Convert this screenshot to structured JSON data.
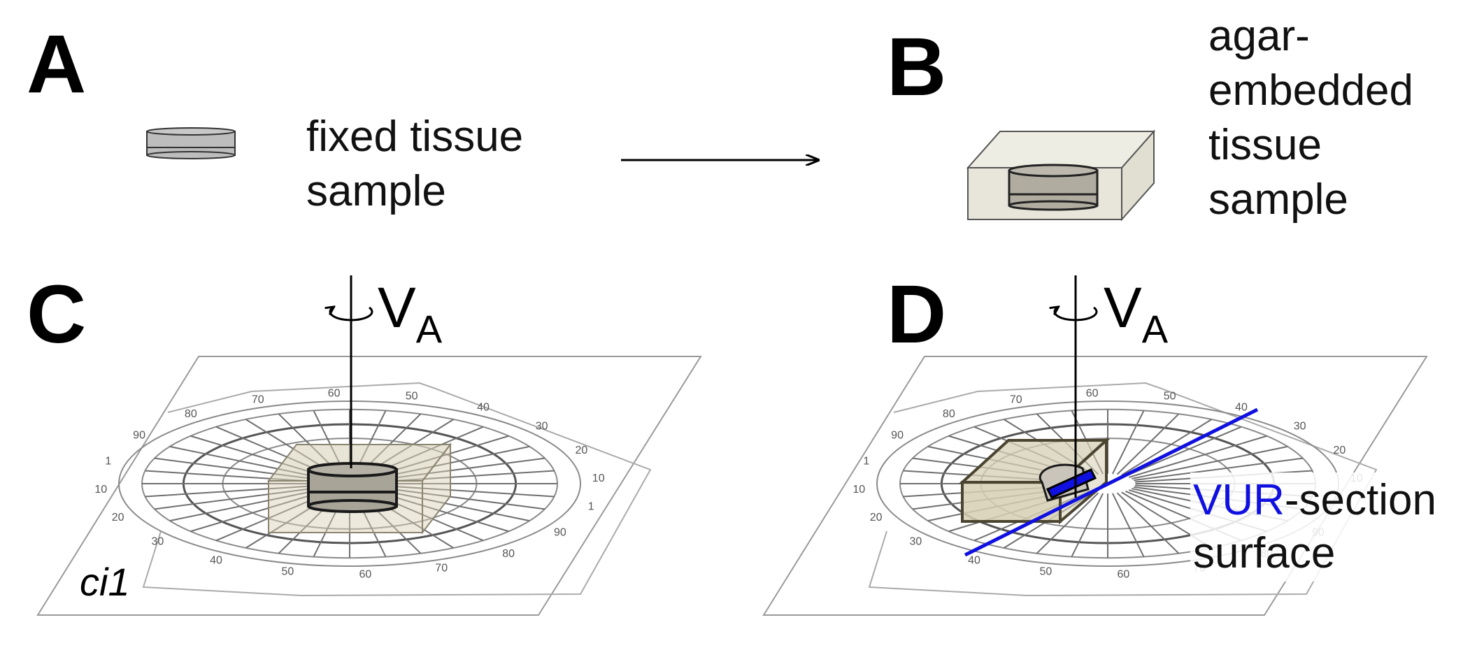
{
  "panels": {
    "a": {
      "letter": "A",
      "caption_lines": [
        "fixed tissue",
        "sample"
      ]
    },
    "b": {
      "letter": "B",
      "caption_lines": [
        "agar-",
        "embedded",
        "tissue",
        "sample"
      ]
    },
    "c": {
      "letter": "C",
      "axis_label": "V",
      "axis_subscript": "A",
      "corner_label": "ci1"
    },
    "d": {
      "letter": "D",
      "axis_label": "V",
      "axis_subscript": "A",
      "section_label_colored": "VUR",
      "section_label_rest": "-section",
      "section_label_line2": "surface"
    }
  },
  "dial": {
    "outer_ticks": [
      "50",
      "40",
      "30",
      "20",
      "10",
      "1",
      "90",
      "80",
      "70",
      "60",
      "50",
      "40",
      "30",
      "20",
      "10",
      "1",
      "90",
      "80",
      "70",
      "60"
    ],
    "spokes": 36
  },
  "colors": {
    "section_line": "#1010e0",
    "agar_block": "#d6cfb4",
    "sample_disc": "#b0aca0",
    "ink": "#000000"
  }
}
